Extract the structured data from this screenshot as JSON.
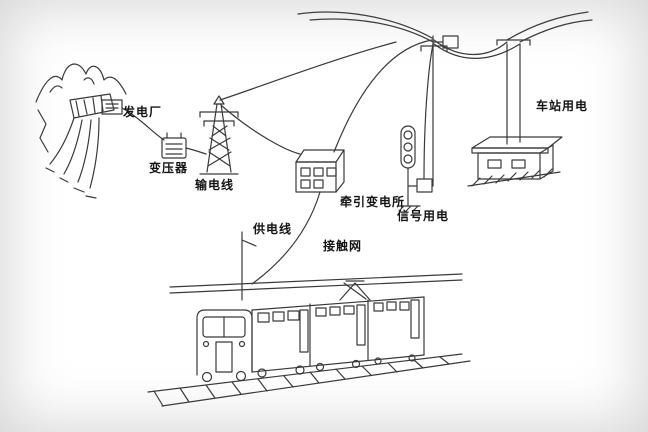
{
  "diagram": {
    "description": "railway traction power supply schematic (hand-drawn)",
    "labels": {
      "power_plant": "发电厂",
      "transformer": "变压器",
      "transmission_line": "输电线",
      "traction_substation": "牵引变电所",
      "feeder_line": "供电线",
      "catenary": "接触网",
      "signal_power": "信号用电",
      "station_power": "车站用电"
    },
    "colors": {
      "ink": "#3a3a3a",
      "background": "#ffffff"
    }
  }
}
